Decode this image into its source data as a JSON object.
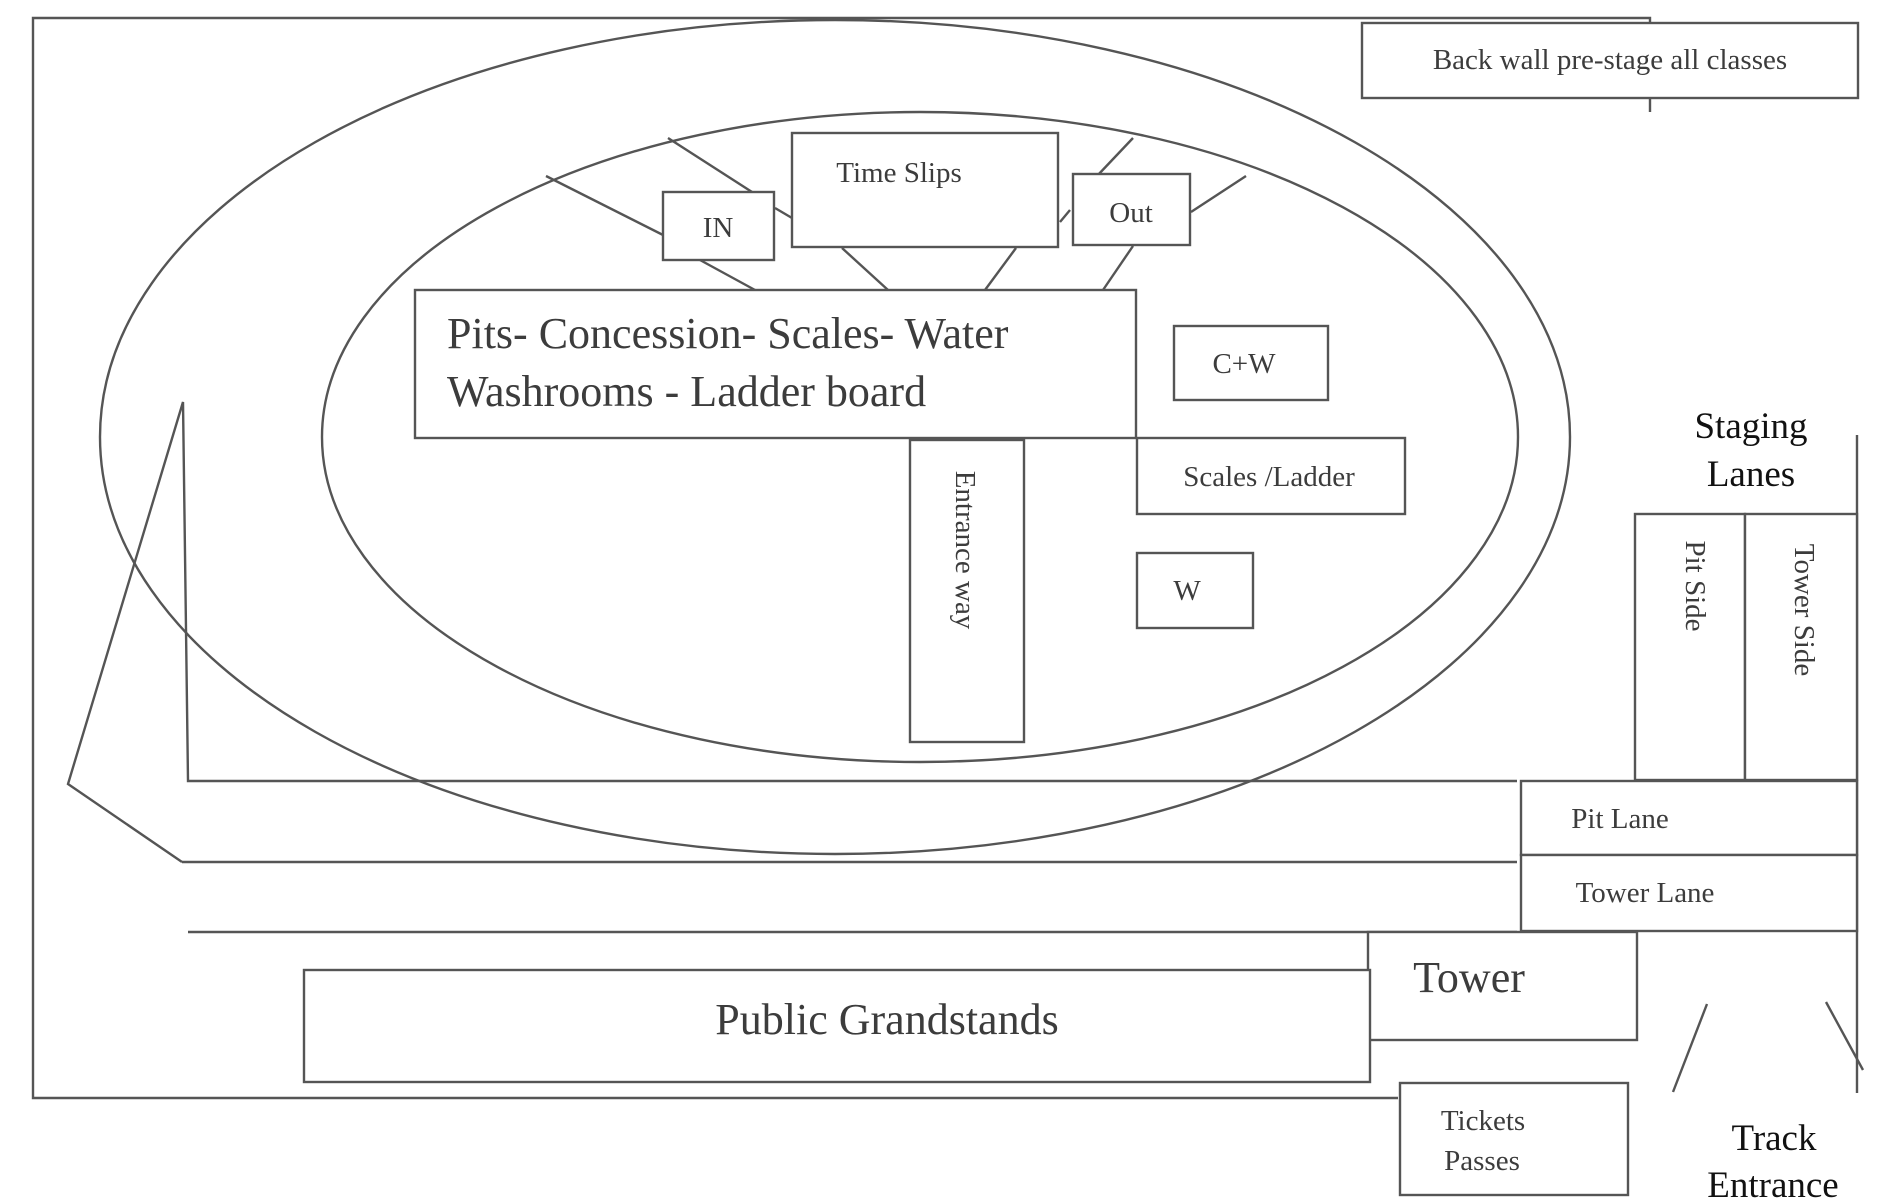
{
  "diagram": {
    "back_wall": "Back wall pre-stage all classes",
    "time_slips": "Time Slips",
    "in": "IN",
    "out": "Out",
    "pits_line1": "Pits- Concession- Scales- Water",
    "pits_line2": "Washrooms - Ladder board",
    "cw": "C+W",
    "scales_ladder": "Scales /Ladder",
    "w": "W",
    "entrance_way": "Entrance way",
    "staging_line1": "Staging",
    "staging_line2": "Lanes",
    "pit_side": "Pit Side",
    "tower_side": "Tower Side",
    "pit_lane": "Pit Lane",
    "tower_lane": "Tower Lane",
    "tower": "Tower",
    "public_grandstands": "Public Grandstands",
    "tickets": "Tickets",
    "passes": "Passes",
    "track_line1": "Track",
    "track_line2": "Entrance"
  }
}
